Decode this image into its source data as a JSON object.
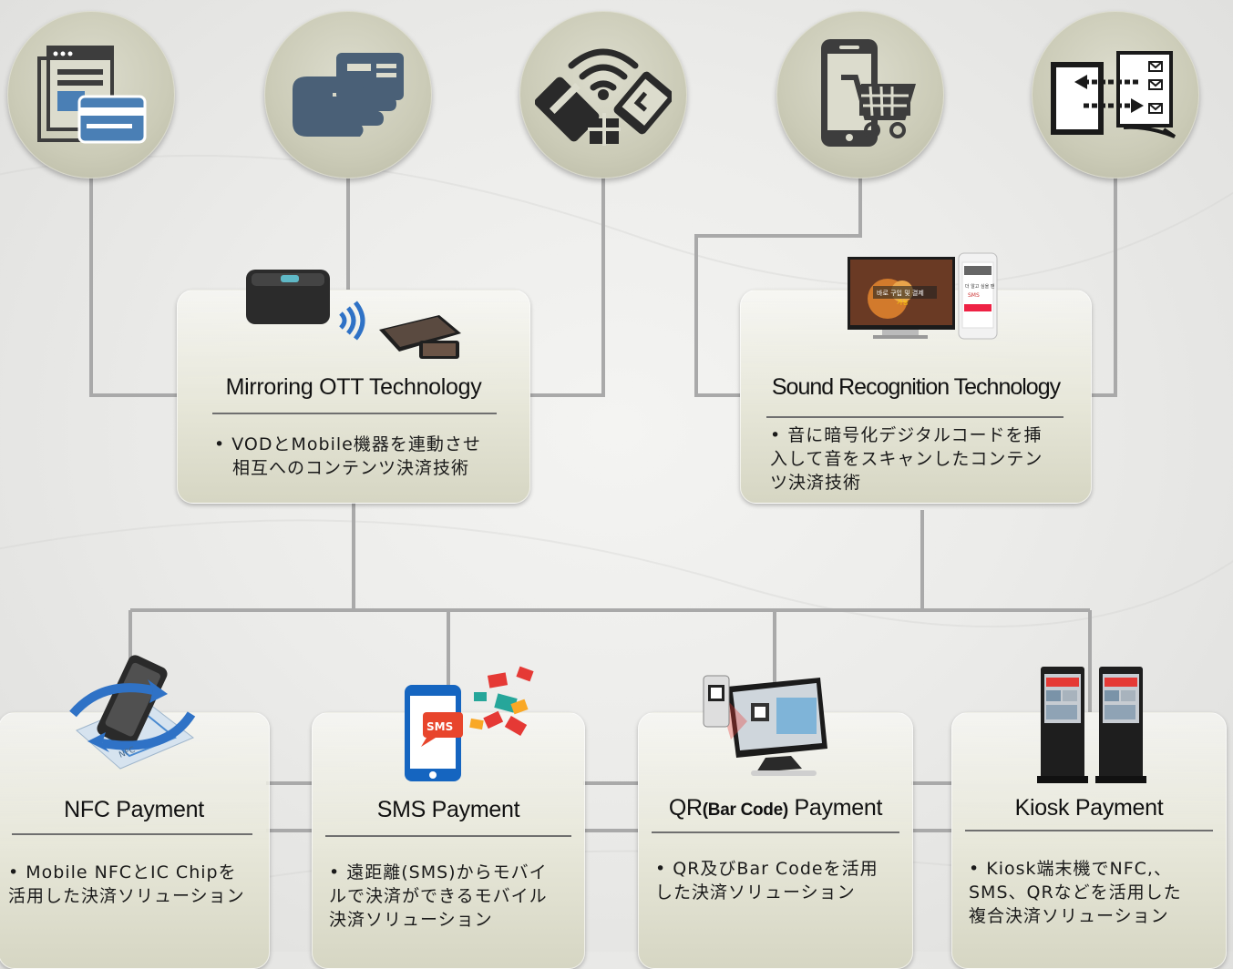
{
  "technologies": [
    {
      "id": "mirroring",
      "title": "Mirroring OTT Technology",
      "desc": "• VODとMobile機器を連動させ\n　相互へのコンテンツ決済技術"
    },
    {
      "id": "sound",
      "title": "Sound Recognition Technology",
      "desc": "• 音に暗号化デジタルコードを挿\n入して音をスキャンしたコンテン\nツ決済技術"
    }
  ],
  "payments": [
    {
      "id": "nfc",
      "title": "NFC Payment",
      "desc": "• Mobile NFCとIC Chipを\n活用した決済ソリューション"
    },
    {
      "id": "sms",
      "title": "SMS Payment",
      "desc": "• 遠距離(SMS)からモバイ\nルで決済ができるモバイル\n決済ソリューション"
    },
    {
      "id": "qr",
      "title_main": "QR",
      "title_small": "(Bar Code)",
      "title_end": " Payment",
      "desc": "• QR及びBar Codeを活用\nした決済ソリューション"
    },
    {
      "id": "kiosk",
      "title": "Kiosk Payment",
      "desc": "• Kiosk端末機でNFC,、\nSMS、QRなどを活用した\n複合決済ソリューション"
    }
  ],
  "icons": [
    "web-payment-icon",
    "card-hand-icon",
    "wireless-payment-icon",
    "mobile-shopping-icon",
    "transfer-icon"
  ],
  "tv_screen_text": [
    "바로 구입 및 결제",
    "가능",
    "더 알고 싶을 땐",
    "SMS"
  ],
  "colors": {
    "line": "#a9a9a9",
    "circle": "#cbcbb7",
    "box": "#e2e2d3",
    "icon_dark": "#3d3d3d",
    "icon_blue": "#4a7fb5"
  }
}
